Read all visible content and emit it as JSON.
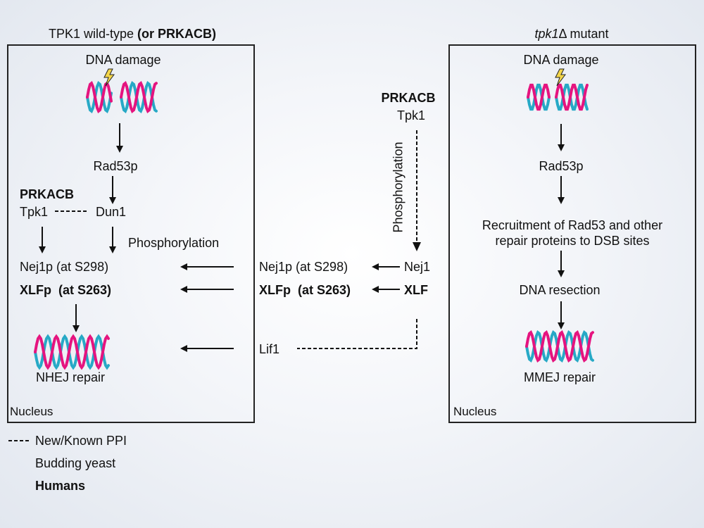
{
  "left_panel": {
    "header_normal": "TPK1 wild-type ",
    "header_bold": "(or PRKACB)",
    "dna_damage": "DNA damage",
    "rad53p": "Rad53p",
    "prkacb": "PRKACB",
    "tpk1": "Tpk1",
    "dun1": "Dun1",
    "phosphorylation": "Phosphorylation",
    "nej1p": "Nej1p (at S298)",
    "xlfp": "XLFp  (at S263)",
    "repair": "NHEJ repair",
    "nucleus": "Nucleus"
  },
  "middle": {
    "prkacb": "PRKACB",
    "tpk1": "Tpk1",
    "phosphorylation": "Phosphorylation",
    "nej1p": "Nej1p (at S298)",
    "nej1": "Nej1",
    "xlfp": "XLFp  (at S263)",
    "xlf": "XLF",
    "lif1": "Lif1"
  },
  "right_panel": {
    "header_italic": "tpk1",
    "header_delta": "Δ",
    "header_rest": " mutant",
    "dna_damage": "DNA damage",
    "rad53p": "Rad53p",
    "recruitment_line1": "Recruitment of Rad53 and other",
    "recruitment_line2": "repair proteins to DSB sites",
    "resection": "DNA resection",
    "repair": "MMEJ repair",
    "nucleus": "Nucleus"
  },
  "legend": {
    "ppi": "New/Known PPI",
    "yeast": "Budding yeast",
    "humans": "Humans"
  },
  "colors": {
    "strand_pink": "#e5147f",
    "strand_blue": "#27a9c6",
    "lightning": "#f3d54a",
    "border": "#222222"
  },
  "icons": [
    "lightning-icon",
    "dna-helix-icon"
  ]
}
